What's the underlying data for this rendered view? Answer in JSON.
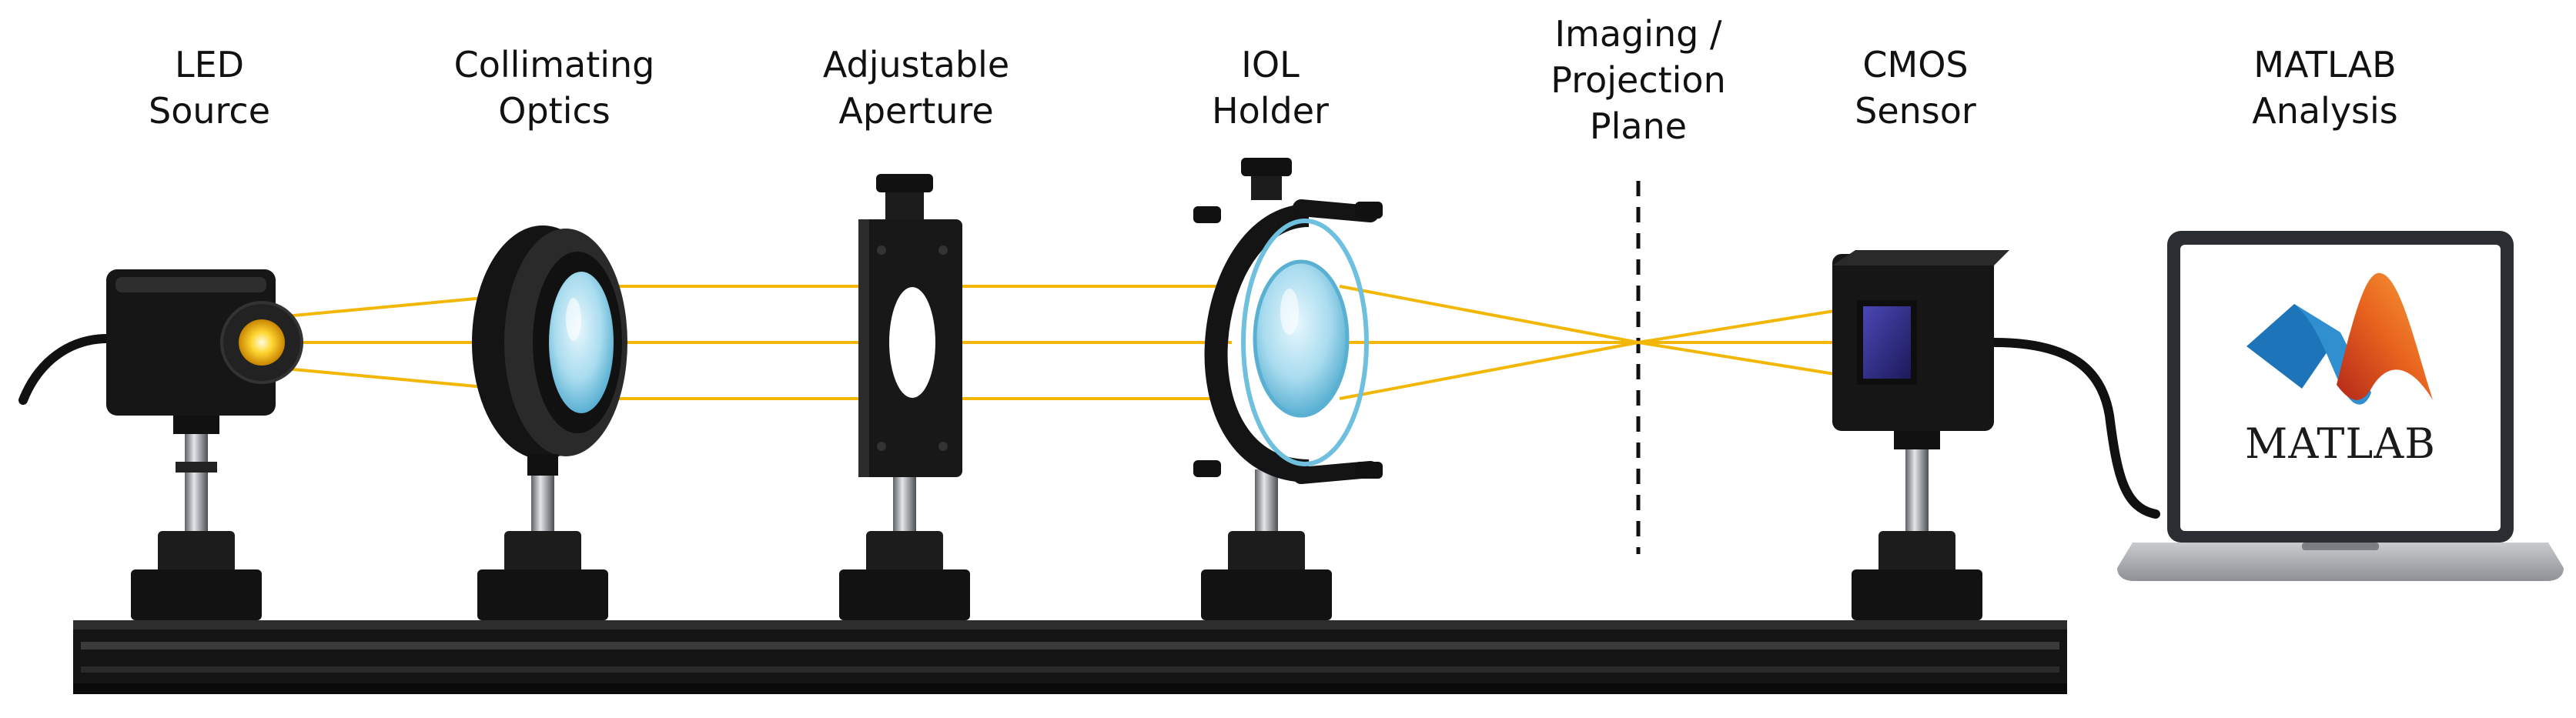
{
  "labels": {
    "led_line1": "LED",
    "led_line2": "Source",
    "collimating_line1": "Collimating",
    "collimating_line2": "Optics",
    "aperture_line1": "Adjustable",
    "aperture_line2": "Aperture",
    "iol_line1": "IOL",
    "iol_line2": "Holder",
    "plane_line1": "Imaging /",
    "plane_line2": "Projection",
    "plane_line3": "Plane",
    "cmos_line1": "CMOS",
    "cmos_line2": "Sensor",
    "matlab_line1": "MATLAB",
    "matlab_line2": "Analysis"
  },
  "screen": {
    "logo_text": "MATLAB"
  },
  "colors": {
    "beam": "#f2b705",
    "hardware": "#161616",
    "post": "#9ea3a8",
    "lens": "#a9dcef",
    "sensor": "#2c2a7c",
    "matlab_orange": "#e8621e",
    "matlab_blue": "#1d74b8"
  }
}
